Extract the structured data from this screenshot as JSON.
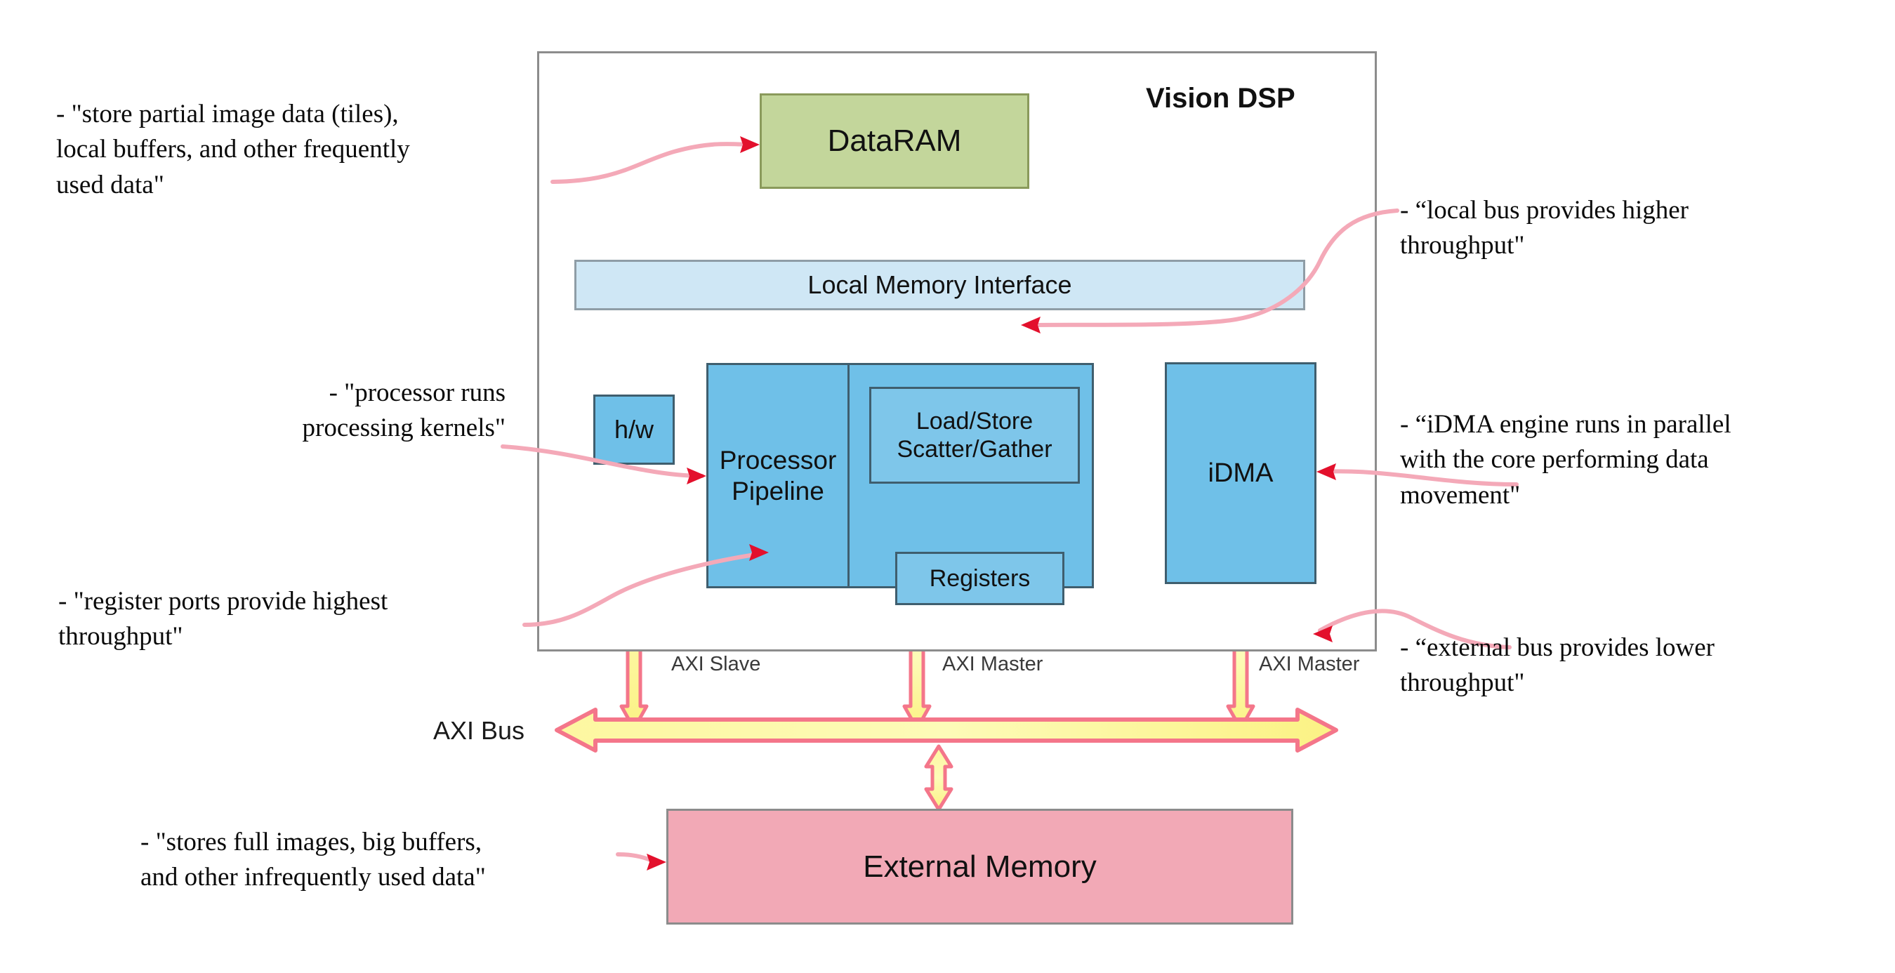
{
  "diagram": {
    "title": "Vision DSP",
    "blocks": {
      "dataram": "DataRAM",
      "local_memory_interface": "Local Memory Interface",
      "hw": "h/w",
      "processor_pipeline": "Processor\nPipeline",
      "load_store": "Load/Store\nScatter/Gather",
      "registers": "Registers",
      "idma": "iDMA",
      "external_memory": "External Memory"
    },
    "bus": {
      "axi_bus_label": "AXI Bus",
      "port_labels": [
        "AXI Slave",
        "AXI Master",
        "AXI Master"
      ]
    },
    "annotations": {
      "dataram_note": "- \"store partial image data (tiles),\nlocal buffers, and other frequently\nused data\"",
      "local_bus_note": "- “local bus provides higher\nthroughput\"",
      "processor_note": "- \"processor runs\nprocessing kernels\"",
      "idma_note": "- “iDMA engine runs in parallel\nwith the core performing data\nmovement\"",
      "register_ports_note": "- \"register ports provide highest\nthroughput\"",
      "external_bus_note": "- “external bus provides lower\nthroughput\"",
      "external_memory_note": "- \"stores full images, big buffers,\nand other infrequently used data\""
    },
    "colors": {
      "dataram_fill": "#c3d69b",
      "lmi_fill": "#cfe7f5",
      "block_fill": "#6fc0e8",
      "external_memory_fill": "#f2a9b6",
      "local_arrow": "#ffb81c",
      "bus_arrow": "#fdf98a",
      "register_arrow": "#e8152f",
      "callout_line": "#f4a9b8",
      "frame_border": "#8c8c8c"
    }
  }
}
